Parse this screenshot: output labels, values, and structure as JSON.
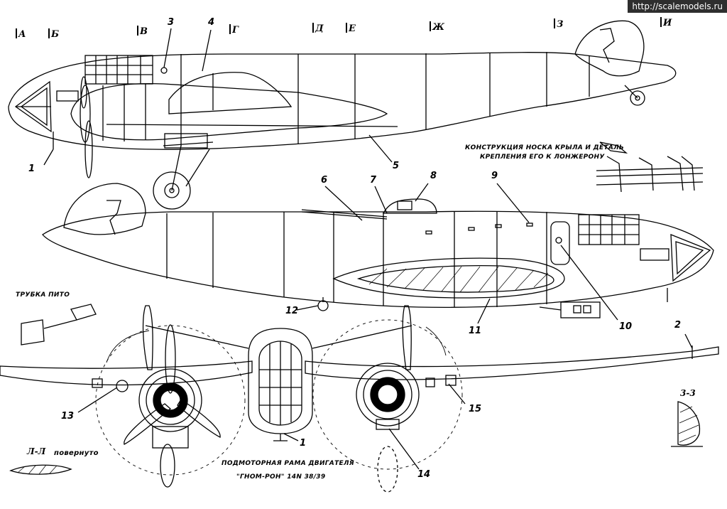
{
  "watermark": "http://scalemodels.ru",
  "section_markers": [
    "А",
    "Б",
    "В",
    "Г",
    "Д",
    "Е",
    "Ж",
    "З",
    "И"
  ],
  "callouts": [
    "1",
    "2",
    "3",
    "4",
    "5",
    "6",
    "7",
    "8",
    "9",
    "10",
    "11",
    "12",
    "13",
    "14",
    "15",
    "1"
  ],
  "captions": {
    "wing_nose": "КОНСТРУКЦИЯ НОСКА КРЫЛА И ДЕТАЛЬ",
    "wing_nose_2": "КРЕПЛЕНИЯ ЕГО К ЛОНЖЕРОНУ",
    "pitot": "ТРУБКА ПИТО",
    "engine_mount": "ПОДМОТОРНАЯ РАМА ДВИГАТЕЛЯ",
    "engine_mount_2": "\"ГНОМ-РОН\" 14N 38/39",
    "section_33": "3-3",
    "section_ll": "Л-Л",
    "section_ll_note": "повернуто"
  },
  "colors": {
    "ink": "#000000",
    "paper": "#ffffff",
    "watermark_bg": "#2e2e2e"
  }
}
